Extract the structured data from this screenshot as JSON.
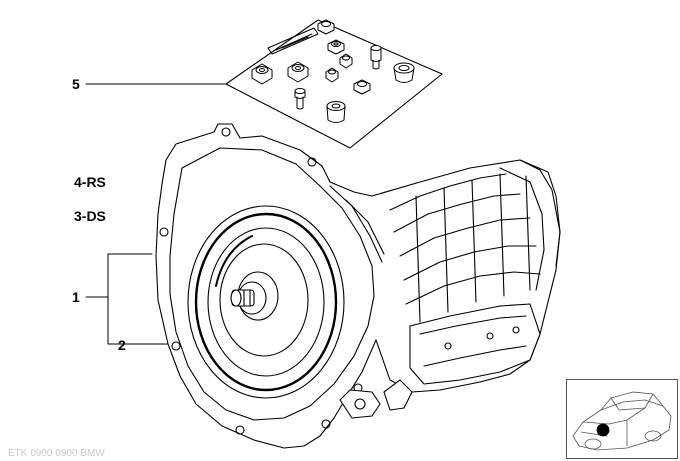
{
  "diagram": {
    "callouts": {
      "item_5": "5",
      "item_4rs": "4-RS",
      "item_3ds": "3-DS",
      "item_1": "1",
      "item_2": "2"
    },
    "watermark": "ETK 0900 0900 BMW"
  },
  "thumbnail": {
    "icon": "car-location-icon",
    "marker_color": "#000000"
  },
  "colors": {
    "line": "#000000",
    "background": "#ffffff"
  }
}
